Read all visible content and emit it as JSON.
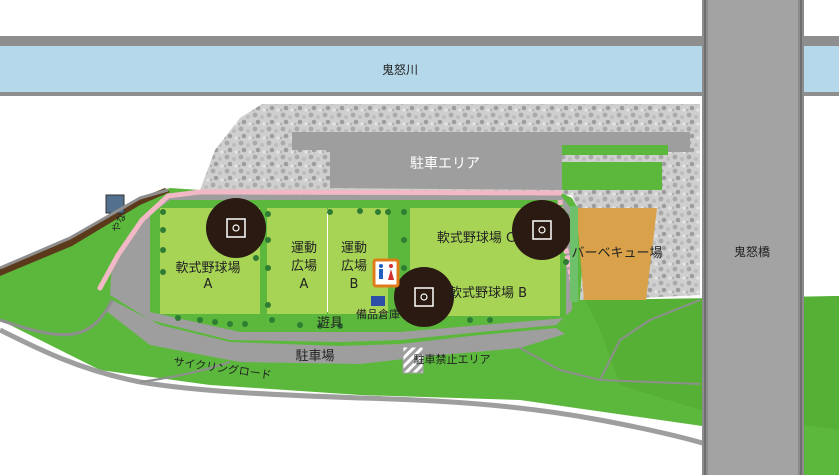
{
  "labels": {
    "river": "鬼怒川",
    "bridge": "鬼怒橋",
    "parking_area": "駐車エリア",
    "yana": "やな",
    "field_a_line1": "軟式野球場",
    "field_a_line2": "A",
    "plaza_a_line1": "運動",
    "plaza_a_line2": "広場",
    "plaza_a_line3": "A",
    "plaza_b_line1": "運動",
    "plaza_b_line2": "広場",
    "plaza_b_line3": "B",
    "field_c": "軟式野球場 C",
    "field_b": "軟式野球場 B",
    "bbq": "バーベキュー場",
    "storage": "備品倉庫",
    "playground": "遊具",
    "parking": "駐車場",
    "no_parking": "駐車禁止エリア",
    "cycling_road": "サイクリングロード"
  },
  "colors": {
    "river": "#b5d8ea",
    "bridge": "#8c8c8c",
    "field": "#a8d456",
    "grass": "#5cb83c",
    "gravel": "#cfcfcf",
    "parking": "#9e9e9e",
    "bbq": "#d9a24a",
    "infield": "#2a1a12"
  }
}
